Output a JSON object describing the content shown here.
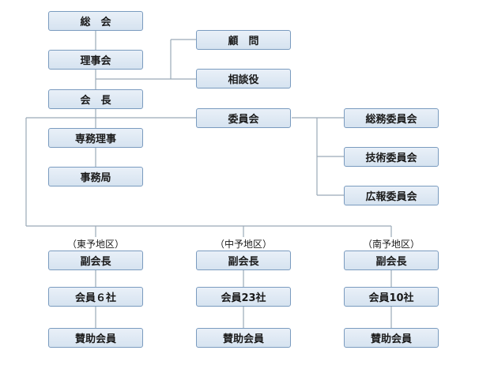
{
  "boxes": {
    "soukai": "総　会",
    "rijikai": "理事会",
    "kaicho": "会　長",
    "senmu": "専務理事",
    "jimukyoku": "事務局",
    "komon": "顧　問",
    "soudanyaku": "相談役",
    "iinkai": "委員会",
    "soumu_iinkai": "総務委員会",
    "gijutsu_iinkai": "技術委員会",
    "kouhou_iinkai": "広報委員会"
  },
  "regions": [
    {
      "label": "（東予地区）",
      "vice": "副会長",
      "members": "会員６社",
      "support": "賛助会員"
    },
    {
      "label": "（中予地区）",
      "vice": "副会長",
      "members": "会員23社",
      "support": "賛助会員"
    },
    {
      "label": "（南予地区）",
      "vice": "副会長",
      "members": "会員10社",
      "support": "賛助会員"
    }
  ],
  "colors": {
    "line": "#9aa9b8",
    "box_border": "#7a9bbf"
  }
}
